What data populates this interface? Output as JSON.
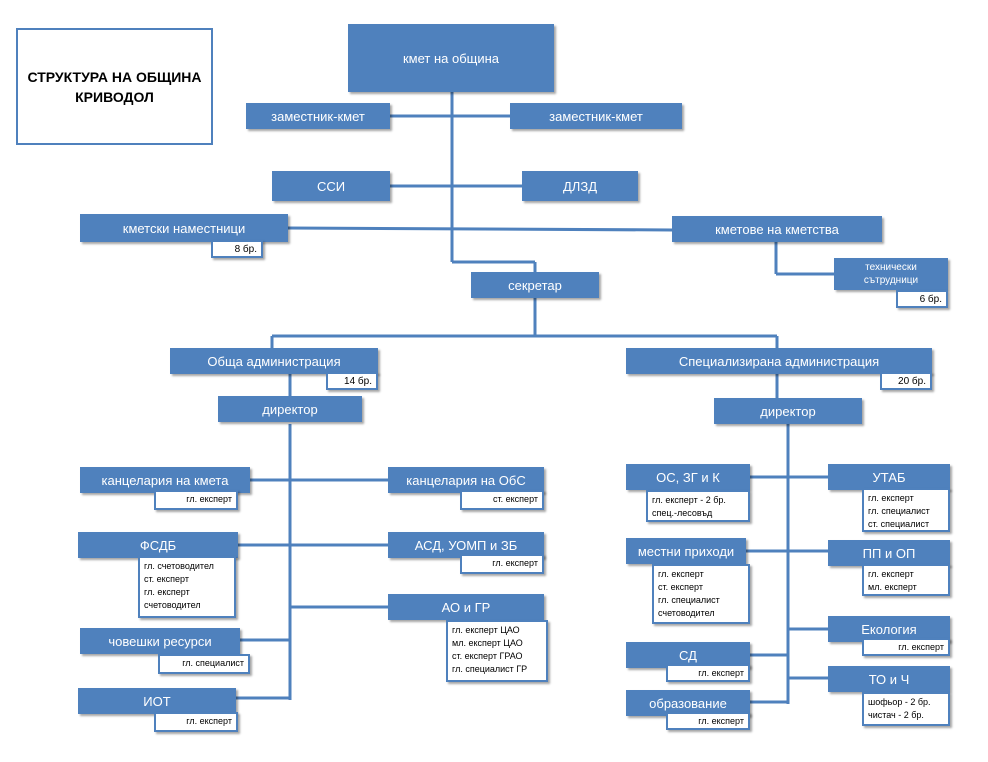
{
  "title": {
    "line1": "СТРУКТУРА НА ОБЩИНА",
    "line2": "КРИВОДОЛ"
  },
  "mayor": "кмет на община",
  "deputy_left": "заместник-кмет",
  "deputy_right": "заместник-кмет",
  "ssi": "ССИ",
  "dlzd": "ДЛЗД",
  "deputy_mayors": {
    "label": "кметски наместници",
    "count": "8 бр."
  },
  "village_mayors": {
    "label": "кметове на кметства"
  },
  "tech_staff": {
    "label1": "технически",
    "label2": "сътрудници",
    "count": "6 бр."
  },
  "secretary": "секретар",
  "general_admin": {
    "label": "Обща администрация",
    "count": "14 бр."
  },
  "specialized_admin": {
    "label": "Специализирана администрация",
    "count": "20 бр."
  },
  "director_left": "директор",
  "director_right": "директор",
  "left_units": [
    {
      "label": "канцелария на кмета",
      "staff": [
        "гл. експерт"
      ]
    },
    {
      "label": "ФСДБ",
      "staff": [
        "гл. счетоводител",
        "ст. експерт",
        "гл. експерт",
        "счетоводител"
      ]
    },
    {
      "label": "човешки ресурси",
      "staff": [
        "гл. специалист"
      ]
    },
    {
      "label": "ИОТ",
      "staff": [
        "гл. експерт"
      ]
    }
  ],
  "center_units": [
    {
      "label": "канцелария на ОбС",
      "staff": [
        "ст. експерт"
      ]
    },
    {
      "label": "АСД, УОМП и ЗБ",
      "staff": [
        "гл. експерт"
      ]
    },
    {
      "label": "АО и ГР",
      "staff": [
        "гл. експерт ЦАО",
        "мл. експерт ЦАО",
        "ст. експерт ГРАО",
        "гл. специалист ГР"
      ]
    }
  ],
  "right_a_units": [
    {
      "label": "ОС, ЗГ и К",
      "staff": [
        "гл. експерт - 2 бр.",
        "спец.-лесовъд"
      ]
    },
    {
      "label": "местни приходи",
      "staff": [
        "гл. експерт",
        "ст. експерт",
        "гл. специалист",
        "счетоводител"
      ]
    },
    {
      "label": "СД",
      "staff": [
        "гл. експерт"
      ]
    },
    {
      "label": "образование",
      "staff": [
        "гл. експерт"
      ]
    }
  ],
  "right_b_units": [
    {
      "label": "УТАБ",
      "staff": [
        "гл. експерт",
        "гл. специалист",
        "ст. специалист"
      ]
    },
    {
      "label": "ПП и ОП",
      "staff": [
        "гл. експерт",
        "мл. експерт"
      ]
    },
    {
      "label": "Екология",
      "staff": [
        "гл. експерт"
      ]
    },
    {
      "label": "ТО и Ч",
      "staff": [
        "шофьор - 2 бр.",
        "чистач - 2 бр."
      ]
    }
  ],
  "colors": {
    "box": "#4f81bd",
    "line": "#4f81bd",
    "text": "#ffffff"
  }
}
